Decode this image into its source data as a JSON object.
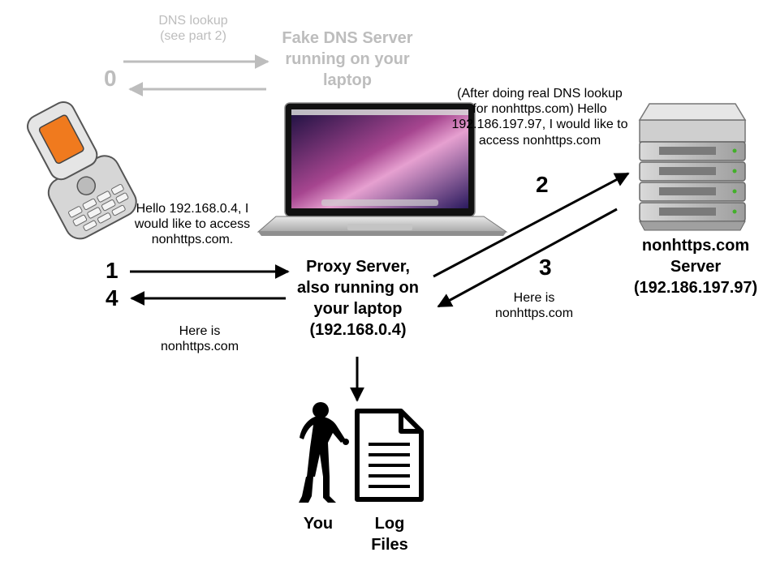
{
  "dns": {
    "step": "0",
    "lookup_label": "DNS lookup\n(see part 2)",
    "server_label": "Fake DNS Server\nrunning on your\nlaptop"
  },
  "request_to_proxy": {
    "step": "1",
    "text": "Hello 192.168.0.4, I\nwould like to access\nnonhttps.com."
  },
  "proxy": {
    "label": "Proxy Server,\nalso running on\nyour laptop\n(192.168.0.4)"
  },
  "request_to_server": {
    "step": "2",
    "text": "(After doing real DNS lookup\nfor nonhttps.com) Hello\n192.186.197.97, I would like to\naccess nonhttps.com"
  },
  "response_to_proxy": {
    "step": "3",
    "text": "Here is\nnonhttps.com"
  },
  "response_to_phone": {
    "step": "4",
    "text": "Here is\nnonhttps.com"
  },
  "server": {
    "label": "nonhttps.com\nServer\n(192.186.197.97)"
  },
  "you_label": "You",
  "log_label": "Log\nFiles",
  "colors": {
    "arrow": "#000000",
    "muted": "#bdbdbd",
    "phone_screen": "#f07a1e",
    "server_body": "#b8b8b8"
  },
  "icons": [
    "phone-icon",
    "laptop-icon",
    "server-icon",
    "person-icon",
    "document-icon"
  ]
}
